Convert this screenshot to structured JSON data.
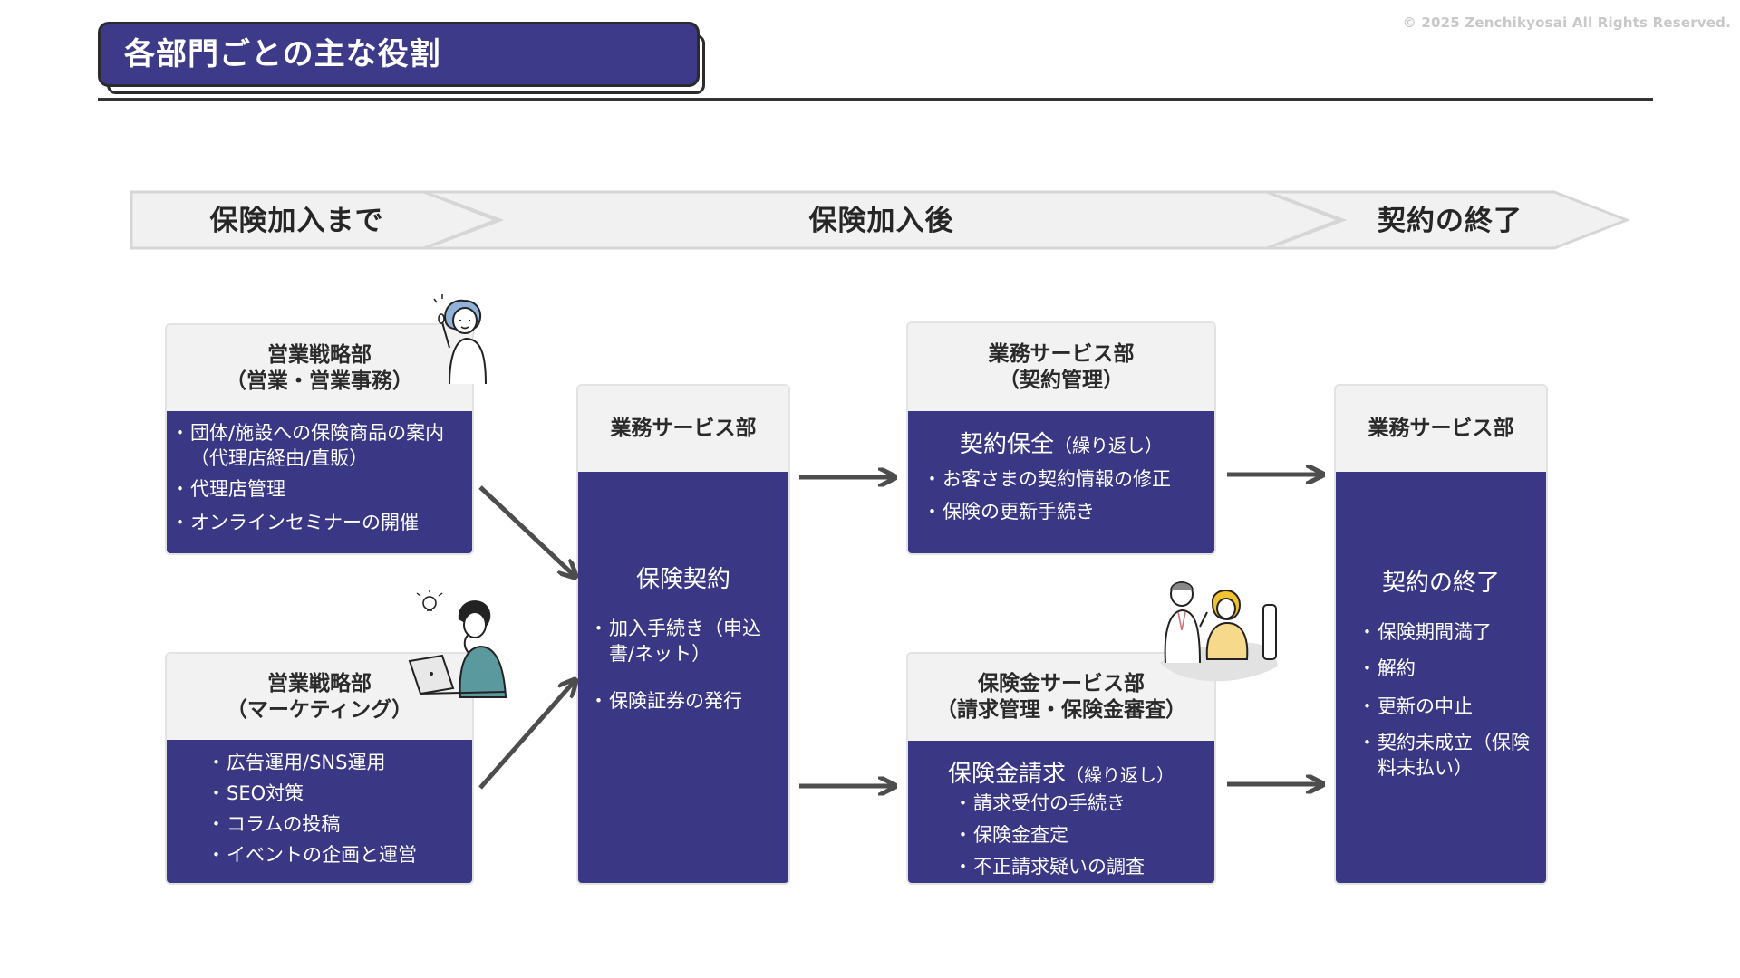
{
  "copyright": "© 2025 Zenchikyosai All Rights Reserved.",
  "page_title": "各部門ごとの主な役割",
  "phases": [
    "保険加入まで",
    "保険加入後",
    "契約の終了"
  ],
  "sales_strategy": {
    "name": "営業戦略部",
    "subtitle": "（営業・営業事務）",
    "items": [
      "団体/施設への保険商品の案内（代理店経由/直販）",
      "代理店管理",
      "オンラインセミナーの開催"
    ]
  },
  "marketing": {
    "name": "営業戦略部",
    "subtitle": "（マーケティング）",
    "items": [
      "広告運用/SNS運用",
      "SEO対策",
      "コラムの投稿",
      "イベントの企画と運営"
    ]
  },
  "business_service_contract": {
    "name": "業務サービス部",
    "body_title": "保険契約",
    "items": [
      "加入手続き（申込書/ネット）",
      "保険証券の発行"
    ]
  },
  "contract_management": {
    "name": "業務サービス部",
    "subtitle": "（契約管理）",
    "body_title": "契約保全",
    "body_sub": "（繰り返し）",
    "items": [
      "お客さまの契約情報の修正",
      "保険の更新手続き"
    ]
  },
  "claims_service": {
    "name": "保険金サービス部",
    "subtitle": "（請求管理・保険金審査）",
    "body_title": "保険金請求",
    "body_sub": "（繰り返し）",
    "items": [
      "請求受付の手続き",
      "保険金査定",
      "不正請求疑いの調査"
    ]
  },
  "business_service_end": {
    "name": "業務サービス部",
    "body_title": "契約の終了",
    "items": [
      "保険期間満了",
      "解約",
      "更新の中止",
      "契約未成立（保険料未払い）"
    ]
  },
  "colors": {
    "navy": "#3a3785",
    "header_gray": "#f2f2f2",
    "arrow": "#4d4d4d"
  }
}
